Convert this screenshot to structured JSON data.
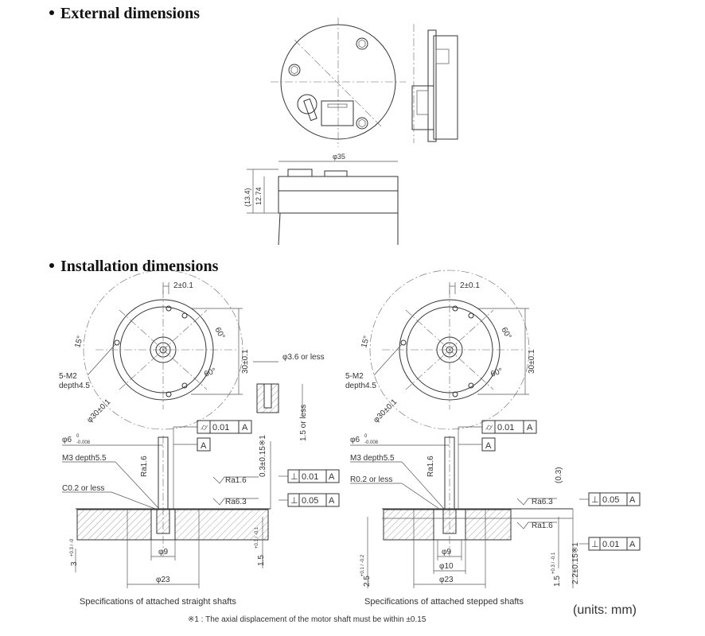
{
  "headings": {
    "external": "External dimensions",
    "installation": "Installation dimensions"
  },
  "external": {
    "diameter": "φ35",
    "height_total": "(13.4)",
    "height_body": "12.74"
  },
  "left_detail": {
    "top_dim": "2±0.1",
    "angle_60a": "60°",
    "angle_15": "15°",
    "angle_60b": "60°",
    "dia_30": "φ30±0.1",
    "dim_30": "30±0.1",
    "m2_line1": "5-M2",
    "m2_line2": "depth4.5",
    "hole_dia": "φ3.6 or less",
    "hole_depth": "1.5 or less",
    "flatness": "0.01",
    "datum_a": "A",
    "datum_box": "A",
    "shaft_dia": "φ6",
    "shaft_tol_top": "0",
    "shaft_tol_bot": "-0.008",
    "m3": "M3 depth5.5",
    "ra16_v": "Ra1.6",
    "chamfer": "C0.2 or less",
    "ra16": "Ra1.6",
    "ra63": "Ra6.3",
    "perp1": "0.01",
    "perp1_datum": "A",
    "perp2": "0.05",
    "perp2_datum": "A",
    "axial": "0.3±0.15※1",
    "dim_3": "3",
    "dim_3_tol": "+0.3 / -0",
    "dim_15": "1.5",
    "dim_15_tol": "+0.3 / -0.1",
    "dia_9": "φ9",
    "dia_23": "φ23"
  },
  "right_detail": {
    "top_dim": "2±0.1",
    "angle_60a": "60°",
    "angle_15": "15°",
    "angle_60b": "60°",
    "dia_30": "φ30±0.1",
    "dim_30": "30±0.1",
    "m2_line1": "5-M2",
    "m2_line2": "depth4.5",
    "flatness": "0.01",
    "datum_a": "A",
    "datum_box": "A",
    "shaft_dia": "φ6",
    "shaft_tol_top": "0",
    "shaft_tol_bot": "-0.008",
    "m3": "M3 depth5.5",
    "ra16_v": "Ra1.6",
    "radius": "R0.2 or less",
    "ra63": "Ra6.3",
    "ra16": "Ra1.6",
    "dim_03": "(0.3)",
    "perp1": "0.05",
    "perp1_datum": "A",
    "perp2": "0.01",
    "perp2_datum": "A",
    "axial": "2.2±0.15※1",
    "dim_25": "2.5",
    "dim_25_tol": "+0.1 / -0.2",
    "dim_15": "1.5",
    "dim_15_tol": "+0.3 / -0.1",
    "dia_9": "φ9",
    "dia_10": "φ10",
    "dia_23": "φ23"
  },
  "captions": {
    "straight": "Specifications of attached straight shafts",
    "stepped": "Specifications of attached stepped shafts",
    "note": "※1 : The axial displacement of the motor shaft must be within ±0.15",
    "units": "(units: mm)"
  }
}
